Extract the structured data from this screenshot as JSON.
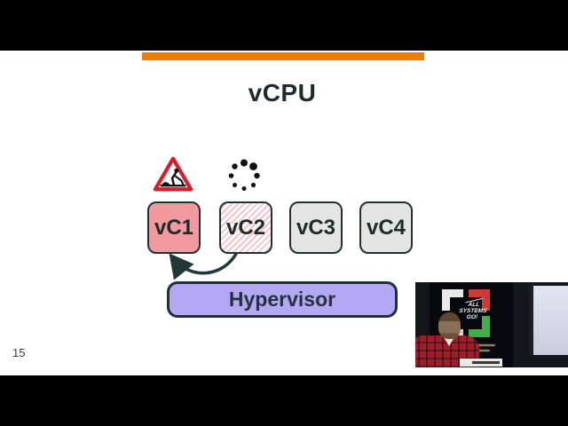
{
  "slide": {
    "title": "vCPU",
    "page_number": "15",
    "accent_bar_color": "#EE7C00",
    "vcpu_boxes": [
      {
        "label": "vC1",
        "fill": "#F2989F",
        "pattern": "solid-pink"
      },
      {
        "label": "vC2",
        "fill": "#FFFFFF",
        "pattern": "pink-diagonal-hatch"
      },
      {
        "label": "vC3",
        "fill": "#E4E4E2",
        "pattern": "solid-gray"
      },
      {
        "label": "vC4",
        "fill": "#E4E4E2",
        "pattern": "solid-gray"
      }
    ],
    "hypervisor": {
      "label": "Hypervisor",
      "fill": "#B4A7F4"
    },
    "icons": {
      "warning": "roadworks-warning-icon",
      "spinner": "loading-spinner-icon",
      "arrow": "migration-arrow"
    },
    "colors": {
      "border": "#203134",
      "text": "#1E2B2B",
      "arrow": "#223738"
    }
  },
  "webcam": {
    "banner": {
      "line1": "ALL",
      "line2": "SYSTEMS",
      "line3": "GO!"
    }
  }
}
